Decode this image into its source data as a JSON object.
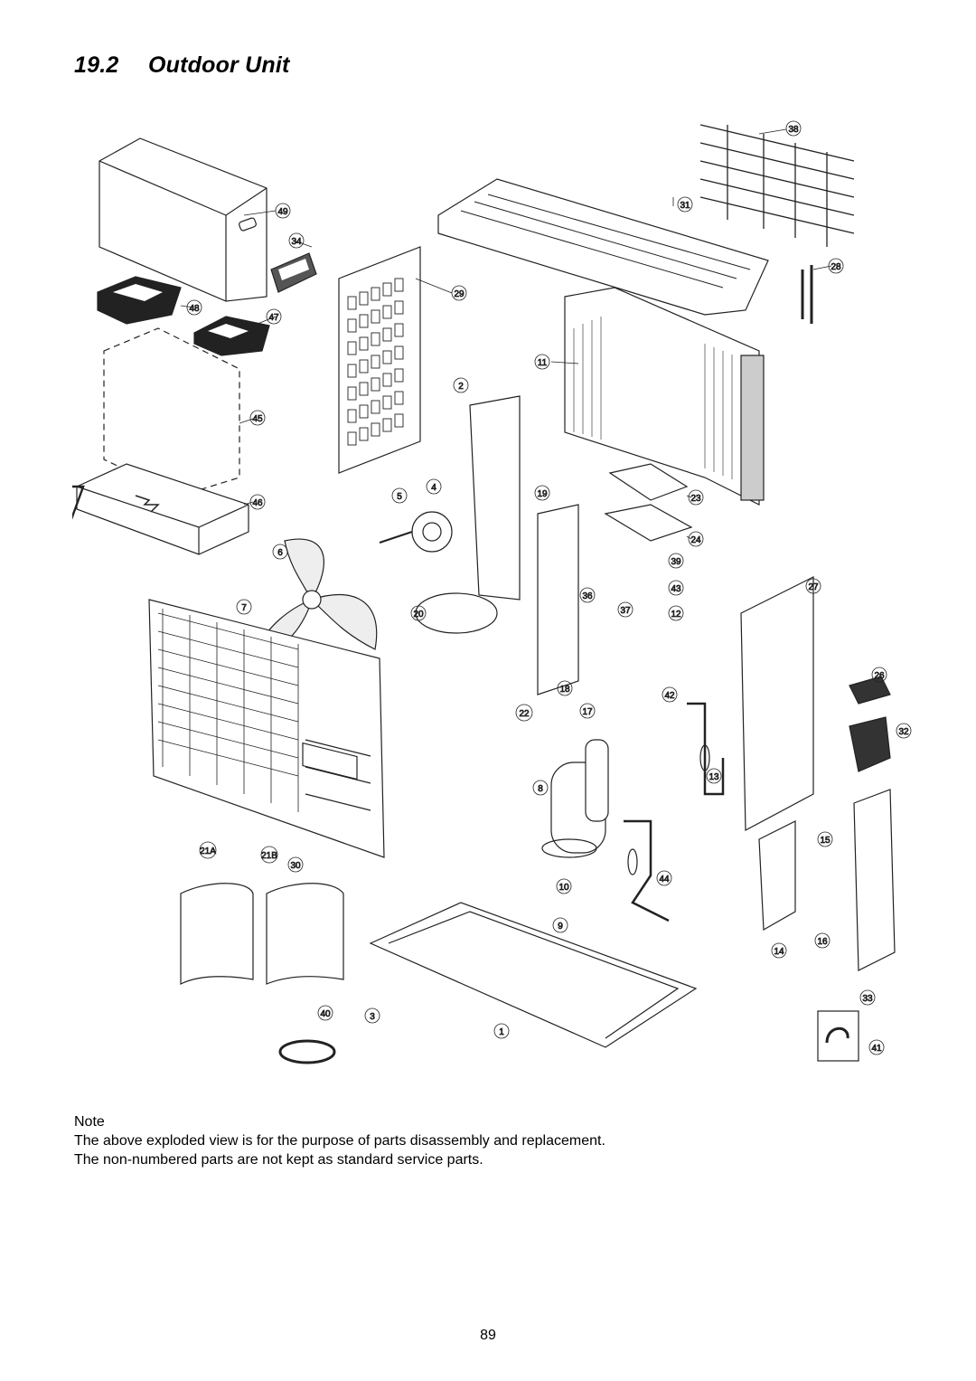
{
  "header": {
    "section_number": "19.2",
    "section_title": "Outdoor Unit"
  },
  "diagram": {
    "part_labels": [
      "1",
      "2",
      "3",
      "4",
      "5",
      "6",
      "7",
      "8",
      "9",
      "10",
      "11",
      "12",
      "13",
      "14",
      "15",
      "16",
      "17",
      "18",
      "19",
      "20",
      "21A",
      "21B",
      "22",
      "23",
      "24",
      "26",
      "27",
      "28",
      "29",
      "30",
      "31",
      "32",
      "33",
      "34",
      "36",
      "37",
      "38",
      "39",
      "40",
      "41",
      "42",
      "43",
      "44",
      "45",
      "46",
      "47",
      "48",
      "49"
    ]
  },
  "note": {
    "heading": "Note",
    "line1": "The above exploded view is for the purpose of parts disassembly and replacement.",
    "line2": "The non-numbered parts are not kept as standard service parts."
  },
  "footer": {
    "page_number": "89"
  }
}
